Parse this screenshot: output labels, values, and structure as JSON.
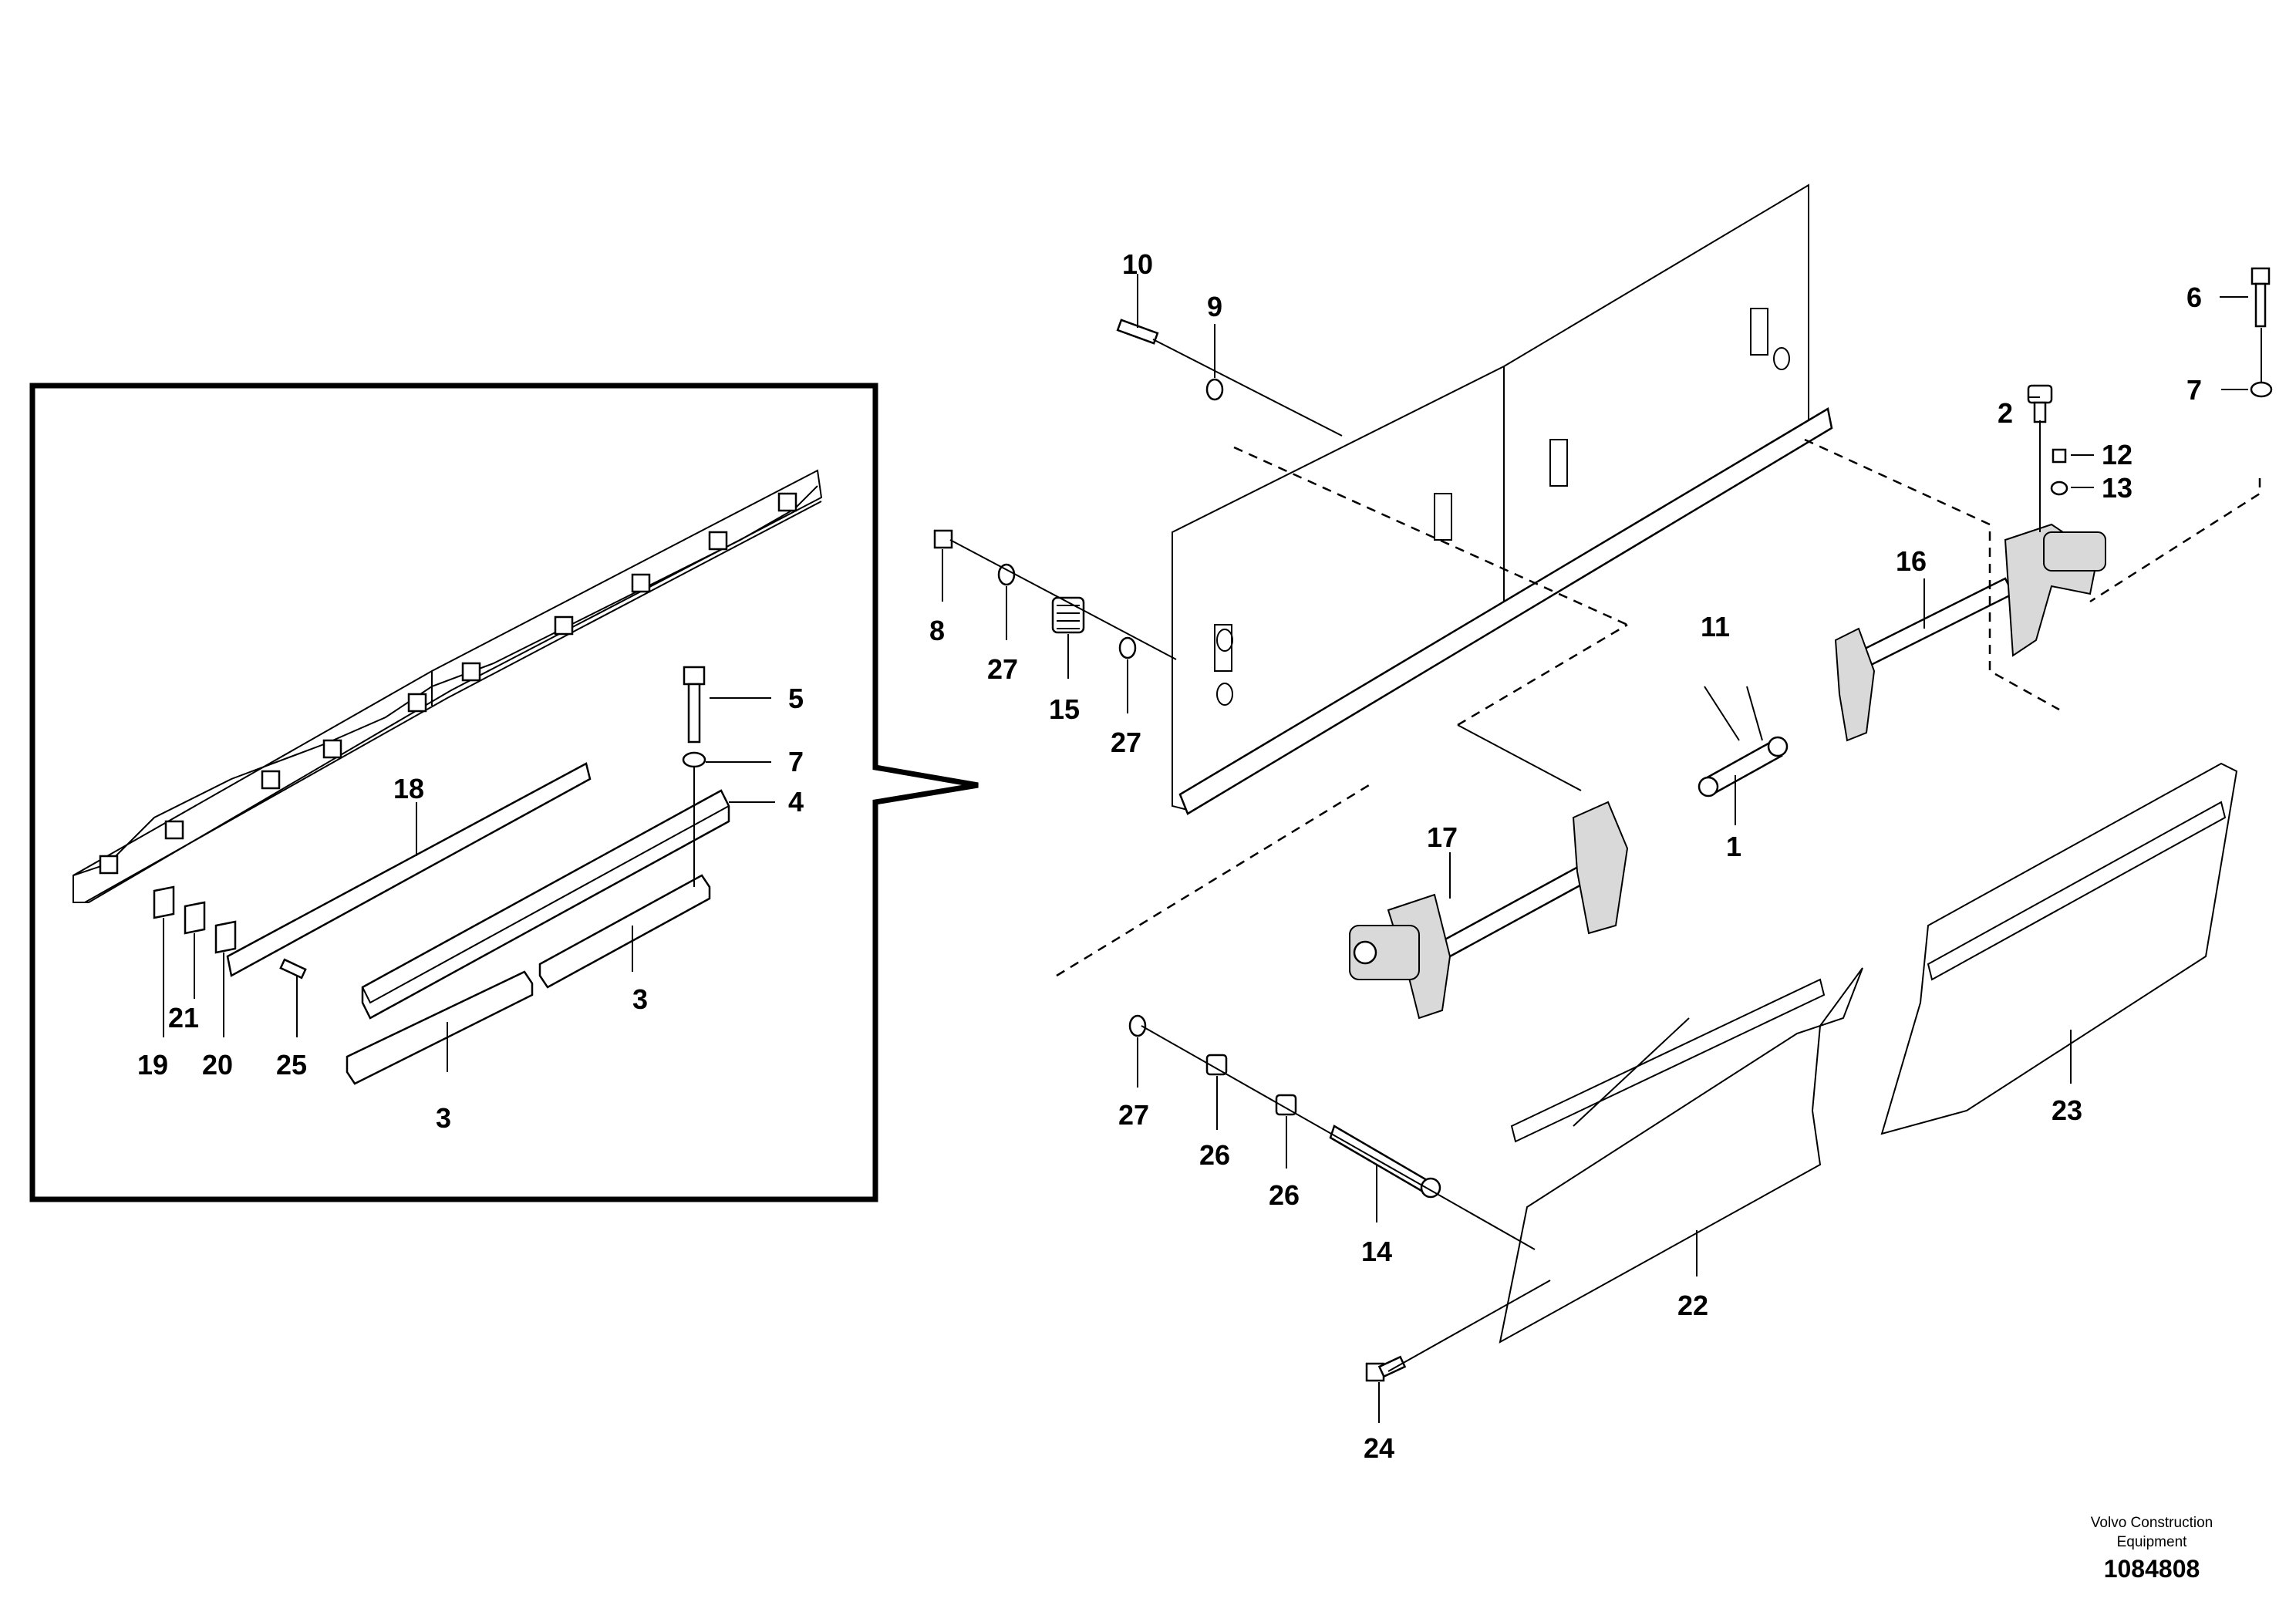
{
  "diagram": {
    "callouts": [
      "10",
      "9",
      "6",
      "7",
      "2",
      "12",
      "13",
      "16",
      "11",
      "1",
      "8",
      "27",
      "15",
      "27",
      "17",
      "18",
      "5",
      "7",
      "4",
      "3",
      "3",
      "19",
      "21",
      "20",
      "25",
      "27",
      "26",
      "26",
      "14",
      "22",
      "23",
      "24"
    ]
  },
  "footer": {
    "company_line1": "Volvo Construction",
    "company_line2": "Equipment",
    "doc_number": "1084808"
  }
}
